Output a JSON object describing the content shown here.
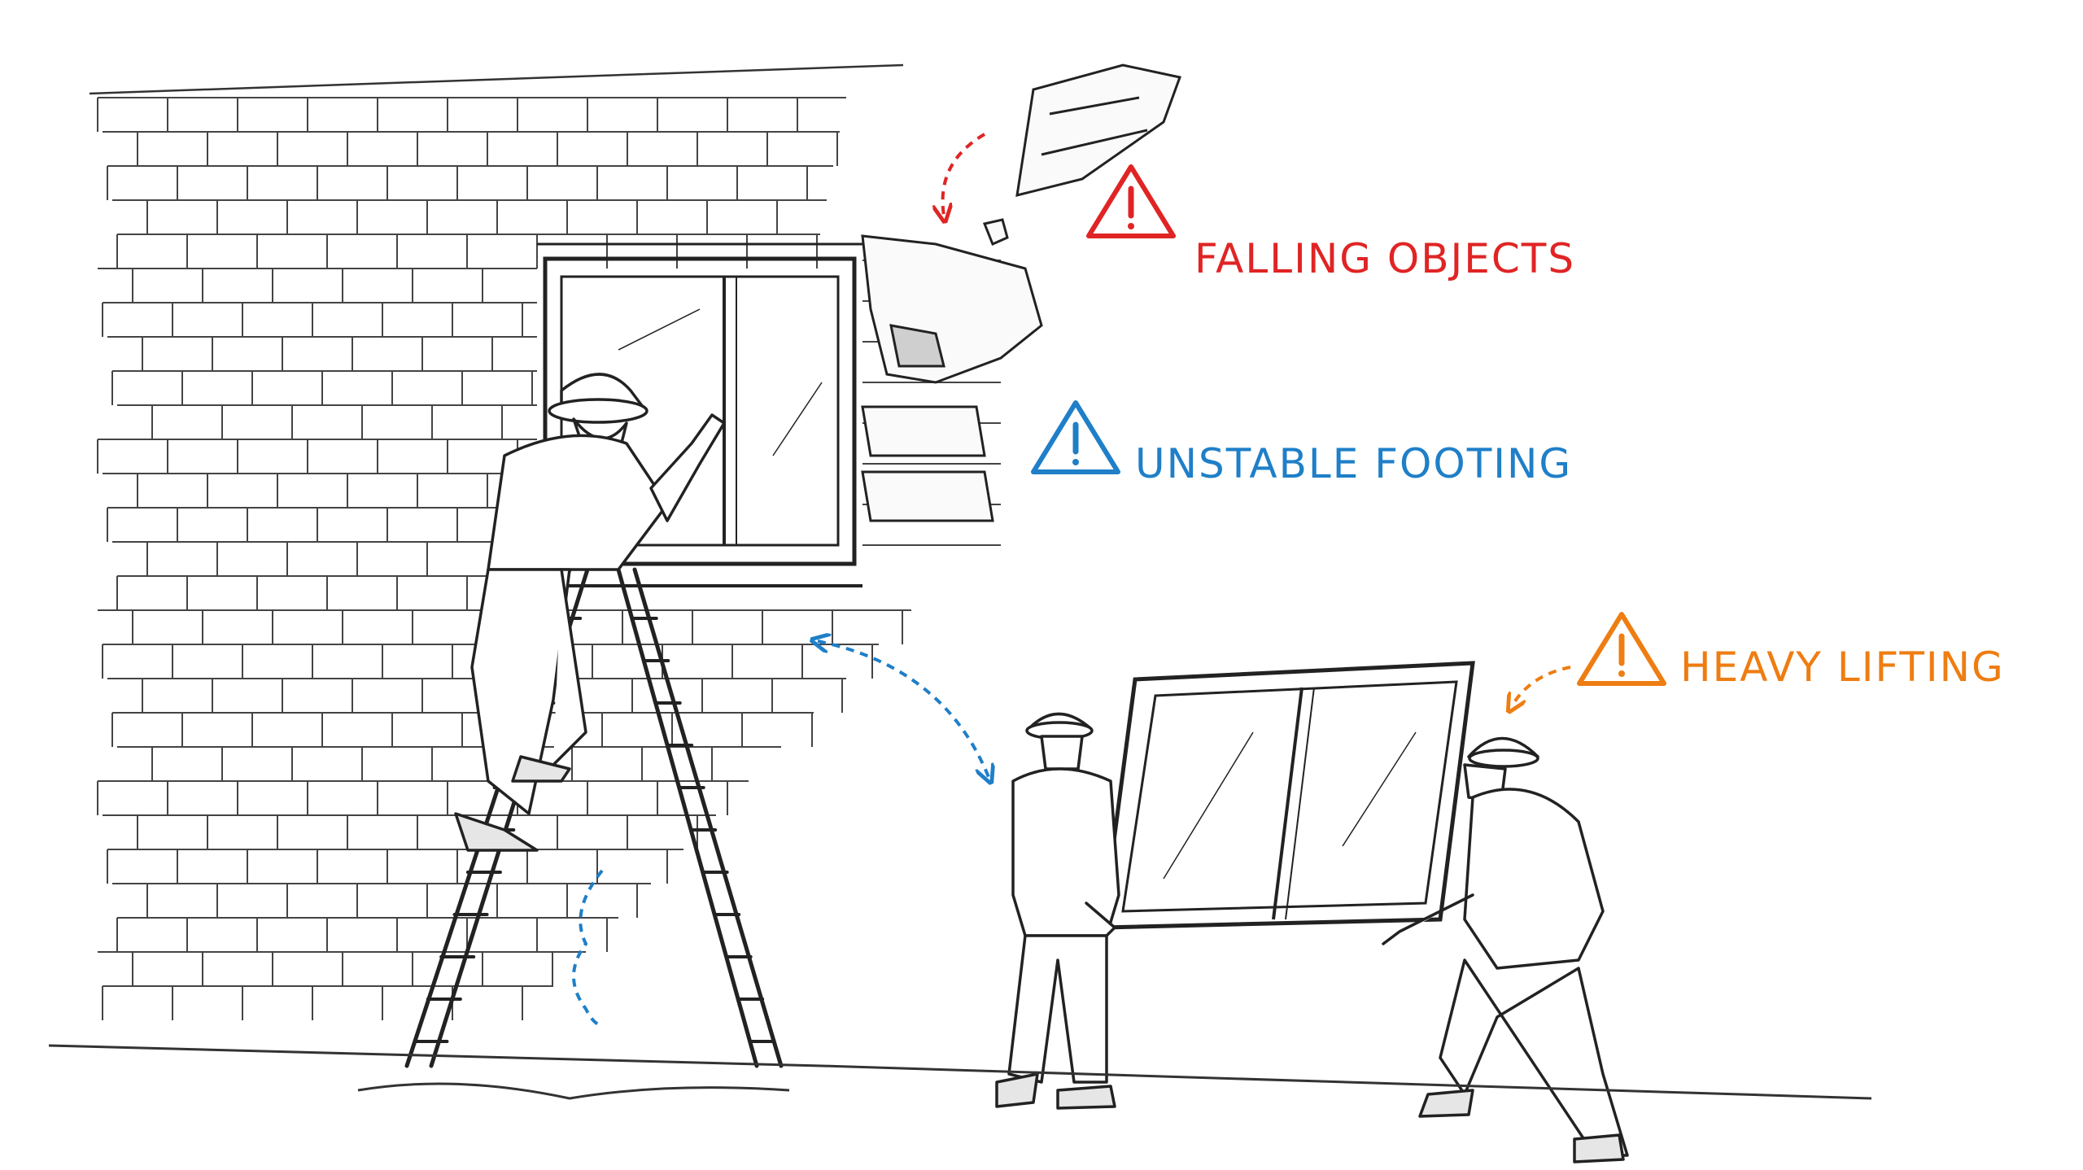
{
  "hazards": [
    {
      "id": "falling",
      "label": "FALLING OBJECTS",
      "color": "#e02424",
      "icon": "warning-triangle-icon"
    },
    {
      "id": "footing",
      "label": "UNSTABLE FOOTING",
      "color": "#1f7fc8",
      "icon": "warning-triangle-icon"
    },
    {
      "id": "lifting",
      "label": "HEAVY LIFTING",
      "color": "#ee7d12",
      "icon": "warning-triangle-icon"
    }
  ],
  "colors": {
    "ink": "#2a2a2a",
    "background": "#ffffff"
  }
}
